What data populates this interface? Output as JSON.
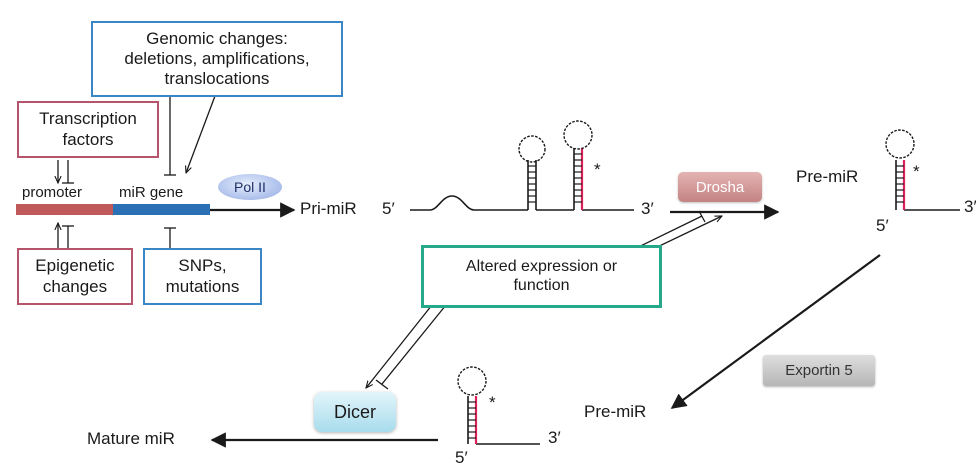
{
  "regulators": {
    "genomic": [
      "Genomic changes:",
      "deletions, amplifications,",
      "translocations"
    ],
    "transcription": [
      "Transcription",
      "factors"
    ],
    "epigenetic": [
      "Epigenetic",
      "changes"
    ],
    "snps": [
      "SNPs,",
      "mutations"
    ]
  },
  "gene": {
    "promoter_label": "promoter",
    "gene_label": "miR gene",
    "promoter_color": "#c05a5a",
    "gene_color": "#2b6fb5"
  },
  "enzymes": {
    "pol": "Pol II",
    "drosha": "Drosha",
    "dicer": "Dicer",
    "exportin": "Exportin 5"
  },
  "altered": [
    "Altered expression or",
    "function"
  ],
  "transcripts": {
    "pri_mir": "Pri-miR",
    "pre_mir": "Pre-miR",
    "pre_mir_cytoplasm": "Pre-miR",
    "mature": "Mature miR",
    "five_prime": "5′",
    "three_prime": "3′",
    "star": "*"
  },
  "colors": {
    "strand_accent": "#d8235a",
    "red_box": "#b5546a",
    "blue_box": "#3b86c4",
    "green_box": "#25a98a"
  }
}
